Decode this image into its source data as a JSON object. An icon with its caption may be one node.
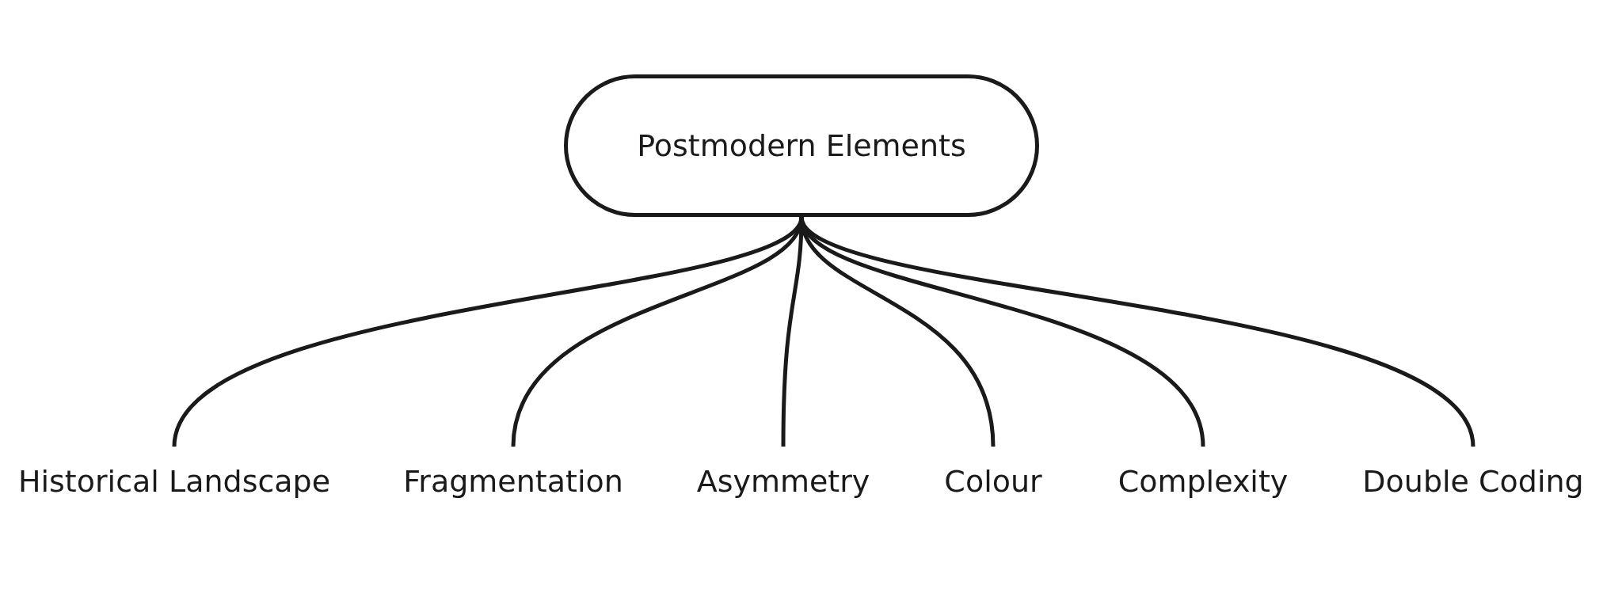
{
  "diagram": {
    "nodes": [
      {
        "text": [
          "Postmodern Elements"
        ]
      },
      {
        "text": [
          "Historical Landscape"
        ]
      },
      {
        "text": [
          "Fragmentation"
        ]
      },
      {
        "text": [
          "Asymmetry"
        ]
      },
      {
        "text": [
          "Colour"
        ]
      },
      {
        "text": [
          "Complexity"
        ]
      },
      {
        "text": [
          "Double Coding"
        ]
      }
    ],
    "edges": [
      {
        "from": 0,
        "to": 1,
        "arrow": "none"
      },
      {
        "from": 0,
        "to": 2,
        "arrow": "none"
      },
      {
        "from": 0,
        "to": 3,
        "arrow": "none"
      },
      {
        "from": 0,
        "to": 4,
        "arrow": "none"
      },
      {
        "from": 0,
        "to": 5,
        "arrow": "none"
      },
      {
        "from": 0,
        "to": 6,
        "arrow": "none"
      }
    ]
  }
}
